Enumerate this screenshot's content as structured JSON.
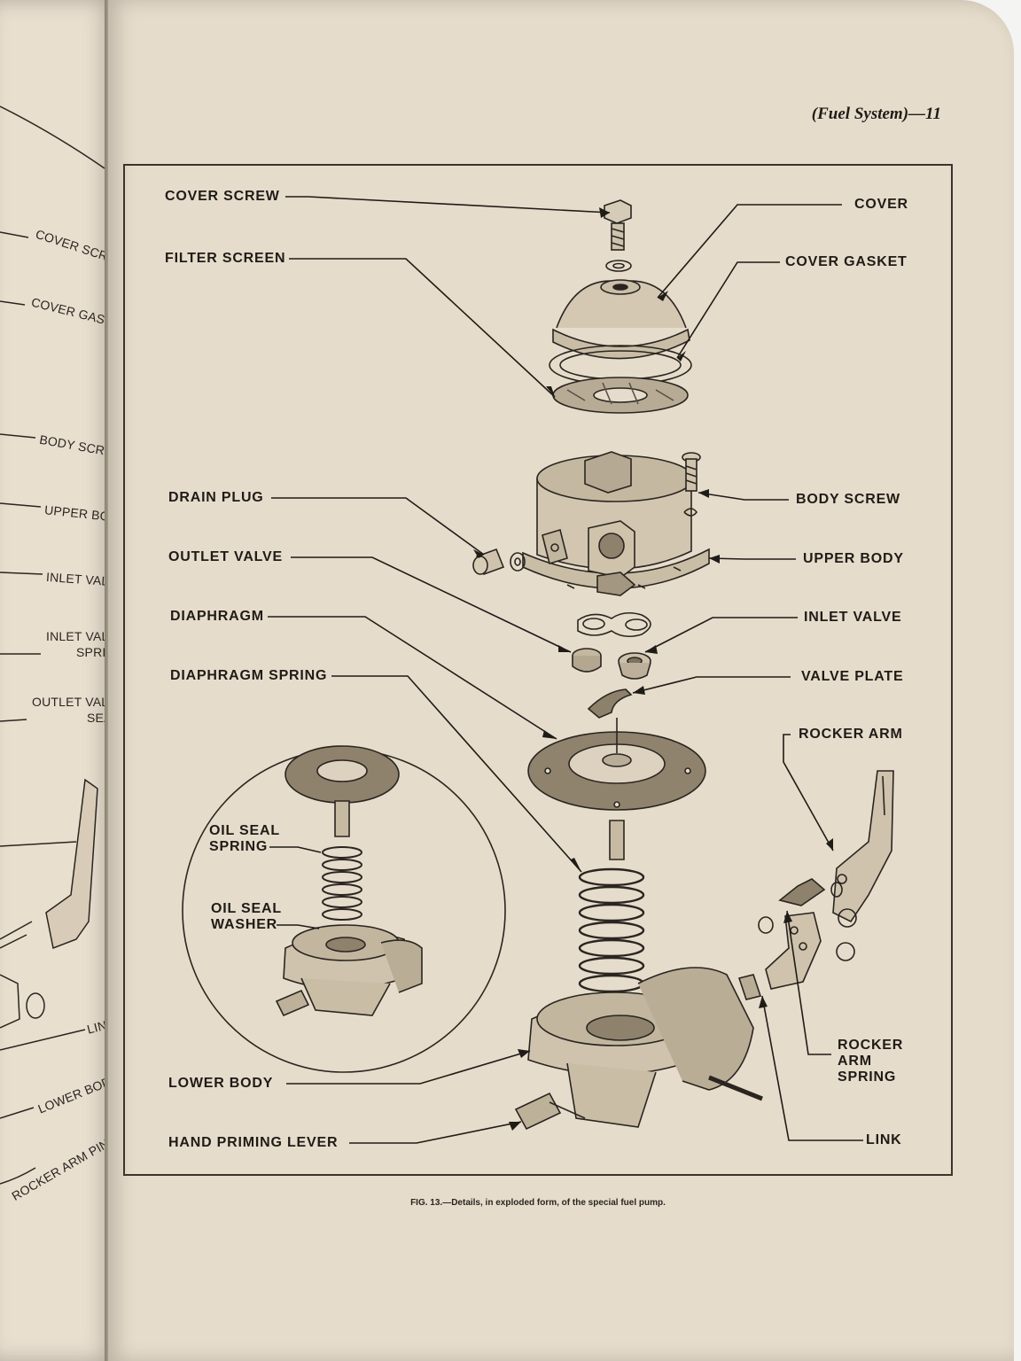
{
  "left_page": {
    "labels": [
      "COVER SCREW",
      "COVER GASKET",
      "BODY SCREW",
      "UPPER BODY",
      "INLET VALVE",
      "INLET VALVE",
      "SPRING",
      "OUTLET VALVE",
      "SEAT",
      "LINK",
      "LOWER BODY",
      "ROCKER ARM PIN"
    ]
  },
  "page": {
    "running_head": "(Fuel System)—11",
    "caption": "FIG. 13.—Details, in exploded form, of the special fuel pump."
  },
  "figure": {
    "labels_left": [
      "COVER SCREW",
      "FILTER SCREEN",
      "DRAIN PLUG",
      "OUTLET VALVE",
      "DIAPHRAGM",
      "DIAPHRAGM SPRING",
      "LOWER BODY",
      "HAND PRIMING LEVER"
    ],
    "labels_right": [
      "COVER",
      "COVER GASKET",
      "BODY SCREW",
      "UPPER BODY",
      "INLET VALVE",
      "VALVE PLATE",
      "ROCKER ARM",
      "LINK"
    ],
    "rocker_arm_spring": [
      "ROCKER",
      "ARM",
      "SPRING"
    ],
    "inset": {
      "oil_seal_spring": [
        "OIL SEAL",
        "SPRING"
      ],
      "oil_seal_washer": [
        "OIL SEAL",
        "WASHER"
      ]
    }
  }
}
